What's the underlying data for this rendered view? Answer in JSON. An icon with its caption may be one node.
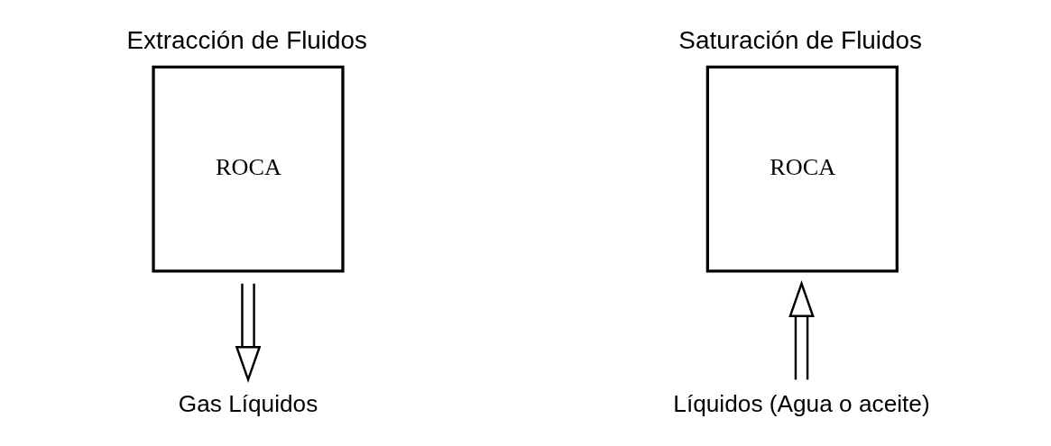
{
  "diagram": {
    "nodes": [
      {
        "text": [
          "Extracción de Fluidos",
          "ROCA"
        ]
      },
      {
        "text": [
          "Gas Líquidos"
        ]
      },
      {
        "text": [
          "Saturación de Fluidos",
          "ROCA"
        ]
      },
      {
        "text": [
          "Líquidos (Agua o aceite)"
        ]
      }
    ],
    "edges": [
      {
        "from": 0,
        "to": 1,
        "arrow": "to"
      },
      {
        "from": 3,
        "to": 2,
        "arrow": "to"
      }
    ]
  }
}
